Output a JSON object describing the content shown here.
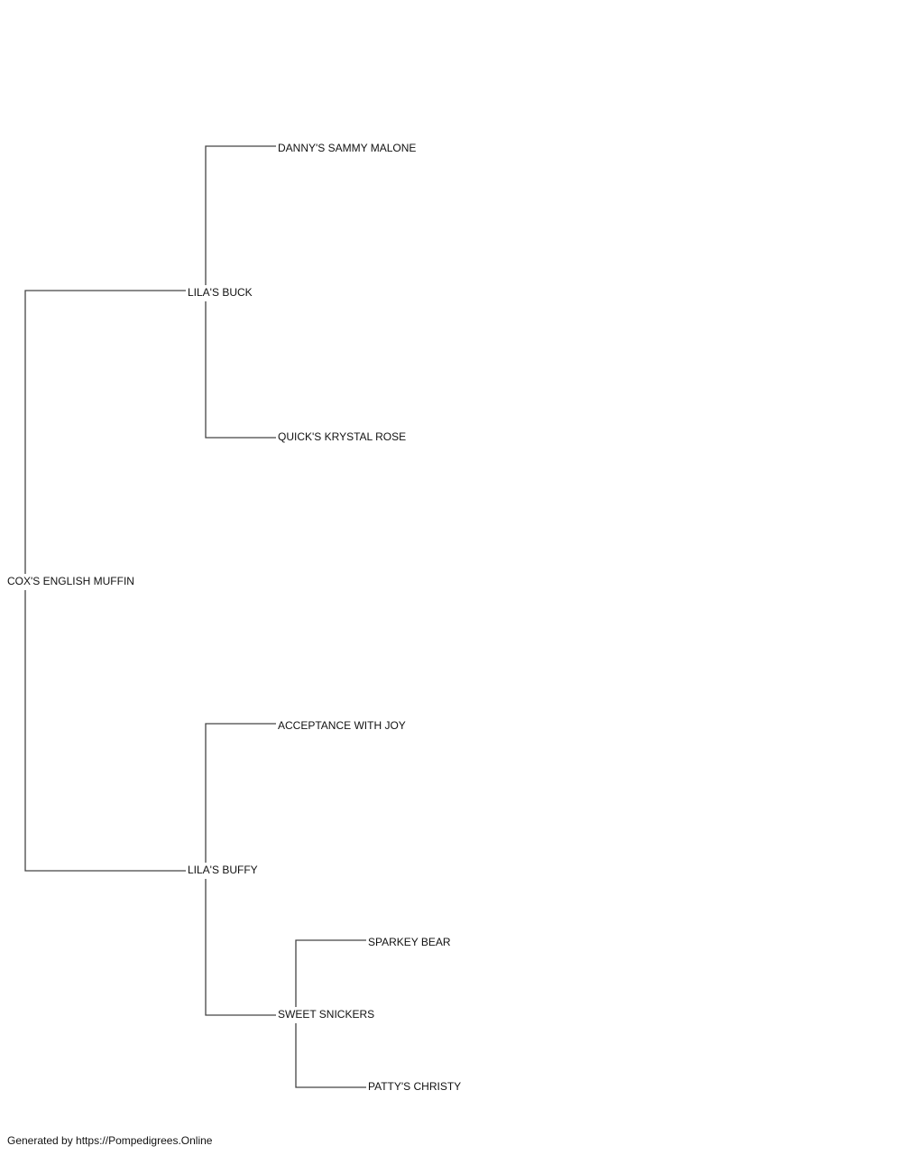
{
  "pedigree": {
    "subject": "COX'S ENGLISH MUFFIN",
    "sire": "LILA'S BUCK",
    "dam": "LILA'S BUFFY",
    "sire_sire": "DANNY'S SAMMY MALONE",
    "sire_dam": "QUICK'S KRYSTAL ROSE",
    "dam_sire": "ACCEPTANCE WITH JOY",
    "dam_dam": "SWEET SNICKERS",
    "dam_dam_sire": "SPARKEY BEAR",
    "dam_dam_dam": "PATTY'S CHRISTY"
  },
  "footer": {
    "text": "Generated by https://Pompedigrees.Online"
  },
  "colors": {
    "line": "#444444",
    "text": "#111111",
    "background": "#ffffff"
  }
}
